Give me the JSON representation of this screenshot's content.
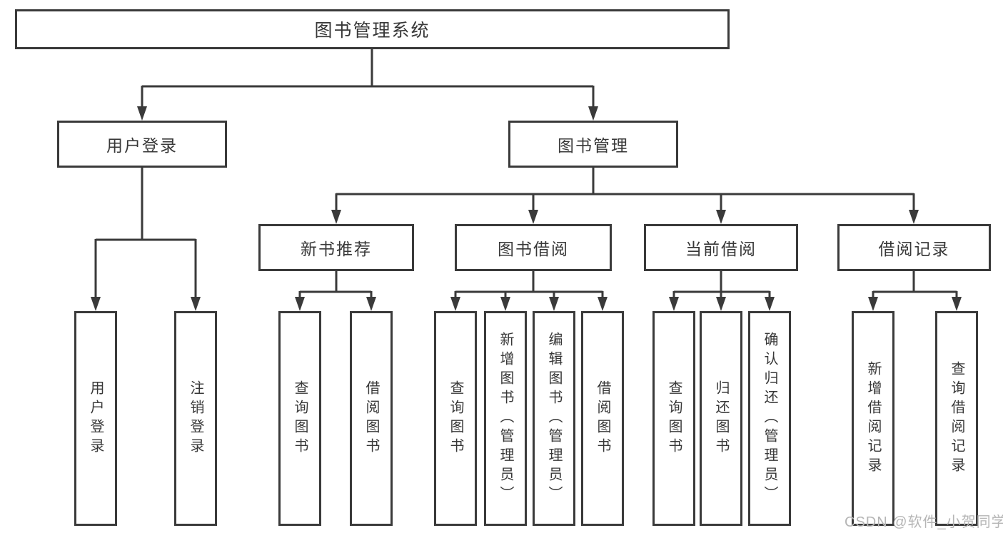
{
  "diagram": {
    "root": "图书管理系统",
    "branches": [
      {
        "label": "用户登录",
        "children": [
          "用户登录",
          "注销登录"
        ]
      },
      {
        "label": "图书管理",
        "groups": [
          {
            "label": "新书推荐",
            "children": [
              "查询图书",
              "借阅图书"
            ]
          },
          {
            "label": "图书借阅",
            "children": [
              "查询图书",
              "新增图书（管理员）",
              "编辑图书（管理员）",
              "借阅图书"
            ]
          },
          {
            "label": "当前借阅",
            "children": [
              "查询图书",
              "归还图书",
              "确认归还（管理员）"
            ]
          },
          {
            "label": "借阅记录",
            "children": [
              "新增借阅记录",
              "查询借阅记录"
            ]
          }
        ]
      }
    ]
  },
  "watermark": "CSDN @软件_小贺同学",
  "colors": {
    "line": "#3a3a3a",
    "text": "#383838",
    "background": "#ffffff",
    "watermark": "#b5b5b5"
  }
}
